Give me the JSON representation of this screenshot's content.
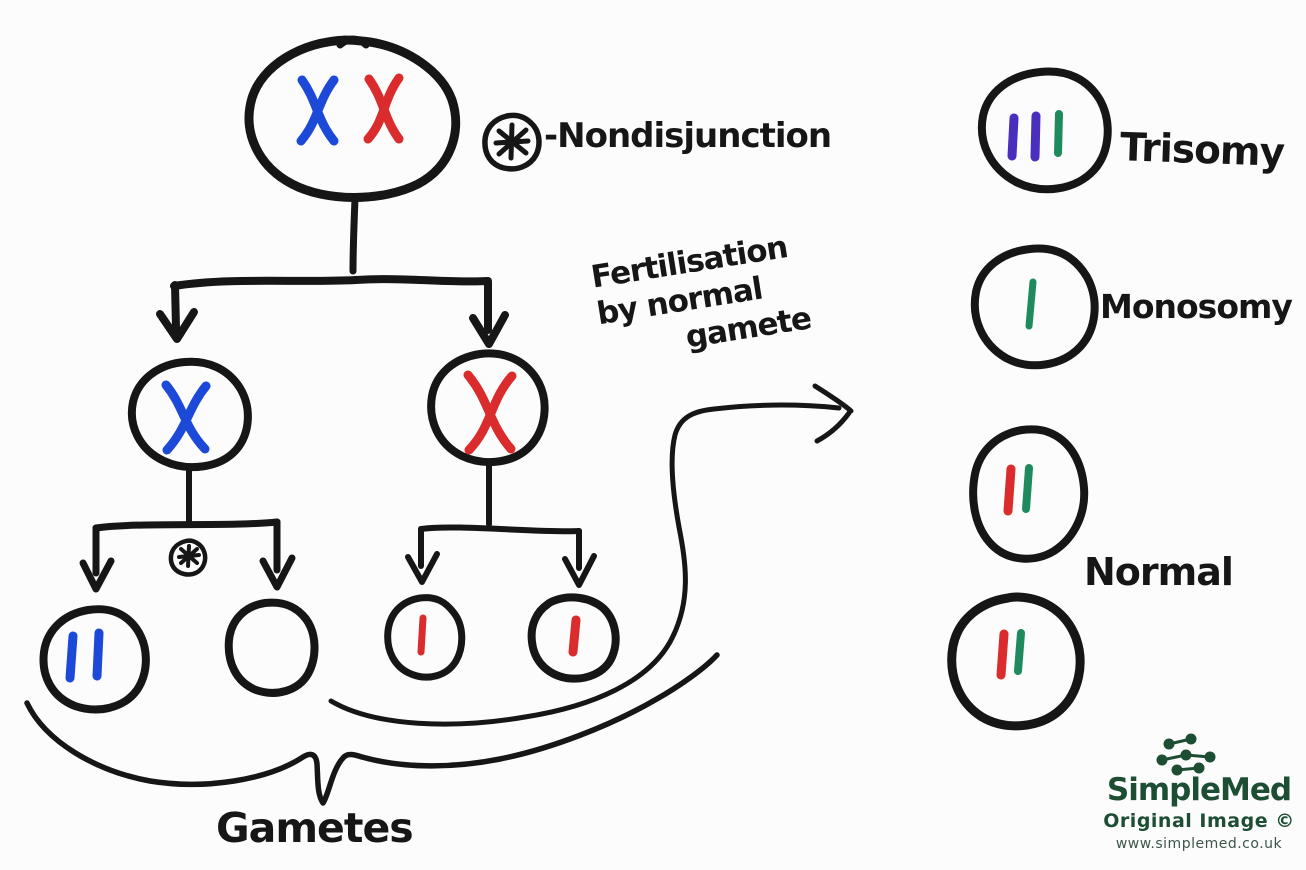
{
  "legend": {
    "symbol": "asterisk-in-circle",
    "separator": "-",
    "label": "Nondisjunction"
  },
  "annotations": {
    "fertilisation": {
      "line1": "Fertilisation",
      "line2": "by normal",
      "line3": "gamete"
    },
    "gametes": "Gametes"
  },
  "pedigree": {
    "parent_cell_chromosomes": [
      "blue-x",
      "red-x"
    ],
    "daughter_cells": [
      [
        "blue-x"
      ],
      [
        "red-x"
      ]
    ],
    "gametes": [
      [
        "blue-chromatid",
        "blue-chromatid"
      ],
      [],
      [
        "red-chromatid"
      ],
      [
        "red-chromatid"
      ]
    ],
    "nondisjunction_marker_position": "left-second-division-branch"
  },
  "outcomes": [
    {
      "name": "Trisomy",
      "chromosomes": [
        "purple",
        "purple",
        "green"
      ]
    },
    {
      "name": "Monosomy",
      "chromosomes": [
        "green"
      ]
    },
    {
      "name": "Normal",
      "cell_count": 2,
      "chromosomes_per_cell": [
        "red",
        "green"
      ]
    }
  ],
  "branding": {
    "name": "SimpleMed",
    "note": "Original Image ©",
    "url": "www.simplemed.co.uk"
  },
  "colors": {
    "ink": "#161616",
    "chromosome_blue": "#1d49d8",
    "chromosome_red": "#da2c2c",
    "chromosome_purple": "#4a2fbe",
    "chromosome_green": "#1f8a5d",
    "brand_green": "#1d4d33"
  }
}
